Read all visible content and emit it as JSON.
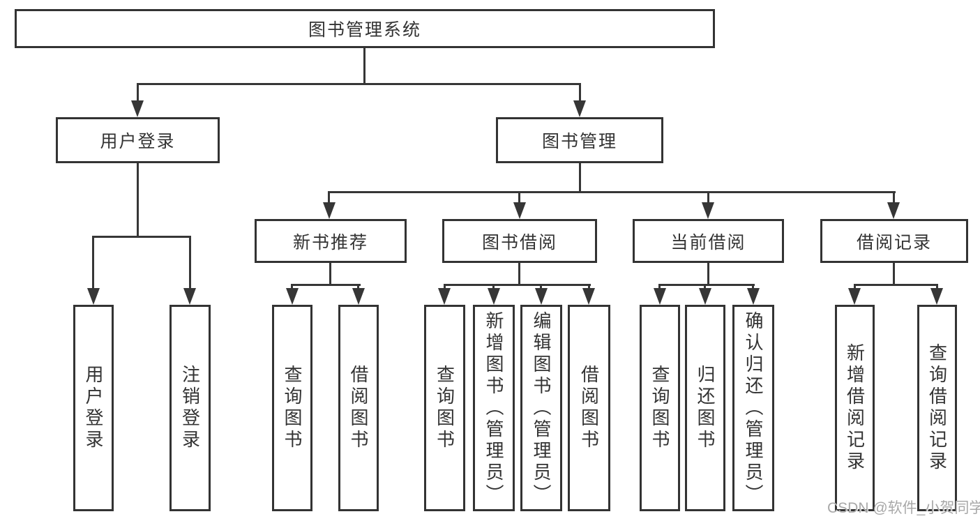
{
  "diagram": {
    "title": "图书管理系统",
    "root": {
      "label": "图书管理系统"
    },
    "level2": [
      {
        "id": "user-login",
        "label": "用户登录"
      },
      {
        "id": "book-management",
        "label": "图书管理"
      }
    ],
    "level3": [
      {
        "id": "new-book-recommendation",
        "label": "新书推荐",
        "parent": "book-management"
      },
      {
        "id": "book-borrowing",
        "label": "图书借阅",
        "parent": "book-management"
      },
      {
        "id": "current-borrowing",
        "label": "当前借阅",
        "parent": "book-management"
      },
      {
        "id": "borrowing-records",
        "label": "借阅记录",
        "parent": "book-management"
      }
    ],
    "leaves": [
      {
        "label": "用户登录",
        "parent": "user-login"
      },
      {
        "label": "注销登录",
        "parent": "user-login"
      },
      {
        "label": "查询图书",
        "parent": "new-book-recommendation"
      },
      {
        "label": "借阅图书",
        "parent": "new-book-recommendation"
      },
      {
        "label": "查询图书",
        "parent": "book-borrowing"
      },
      {
        "label": "新增图书（管理员）",
        "parent": "book-borrowing"
      },
      {
        "label": "编辑图书（管理员）",
        "parent": "book-borrowing"
      },
      {
        "label": "借阅图书",
        "parent": "book-borrowing"
      },
      {
        "label": "查询图书",
        "parent": "current-borrowing"
      },
      {
        "label": "归还图书",
        "parent": "current-borrowing"
      },
      {
        "label": "确认归还（管理员）",
        "parent": "current-borrowing"
      },
      {
        "label": "新增借阅记录",
        "parent": "borrowing-records"
      },
      {
        "label": "查询借阅记录",
        "parent": "borrowing-records"
      }
    ],
    "watermark": "CSDN @软件_小贺同学",
    "colors": {
      "line": "#363636",
      "box_border": "#333333",
      "text": "#333333",
      "background": "#ffffff",
      "watermark": "#a8a8a8"
    }
  }
}
